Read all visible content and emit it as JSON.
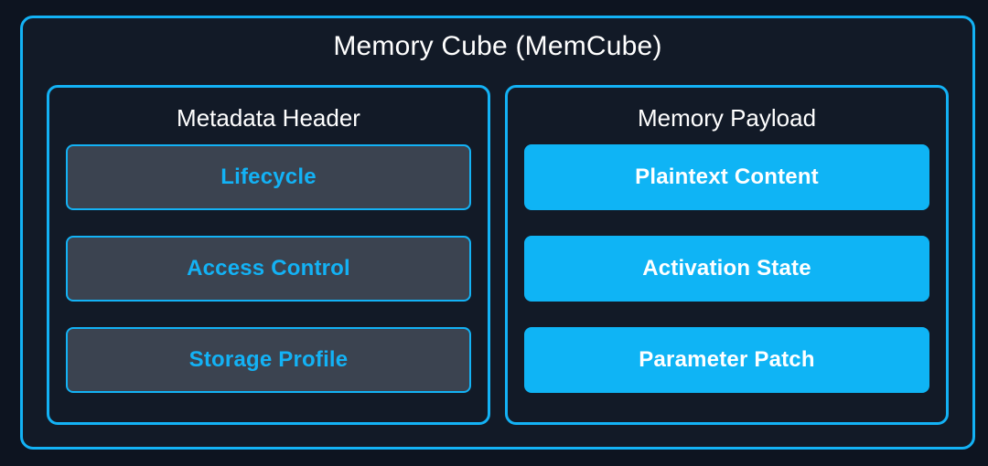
{
  "diagram": {
    "title": "Memory Cube (MemCube)",
    "colors": {
      "background": "#0d1420",
      "panel_background": "#121a27",
      "accent_cyan": "#13b2f5",
      "payload_fill": "#0fb4f5",
      "metadata_fill": "#3b4350",
      "title_text": "#ffffff"
    },
    "panels": [
      {
        "id": "metadata-header",
        "title": "Metadata Header",
        "style": "metadata",
        "items": [
          {
            "label": "Lifecycle"
          },
          {
            "label": "Access Control"
          },
          {
            "label": "Storage Profile"
          }
        ]
      },
      {
        "id": "memory-payload",
        "title": "Memory Payload",
        "style": "payload",
        "items": [
          {
            "label": "Plaintext Content"
          },
          {
            "label": "Activation State"
          },
          {
            "label": "Parameter Patch"
          }
        ]
      }
    ]
  }
}
